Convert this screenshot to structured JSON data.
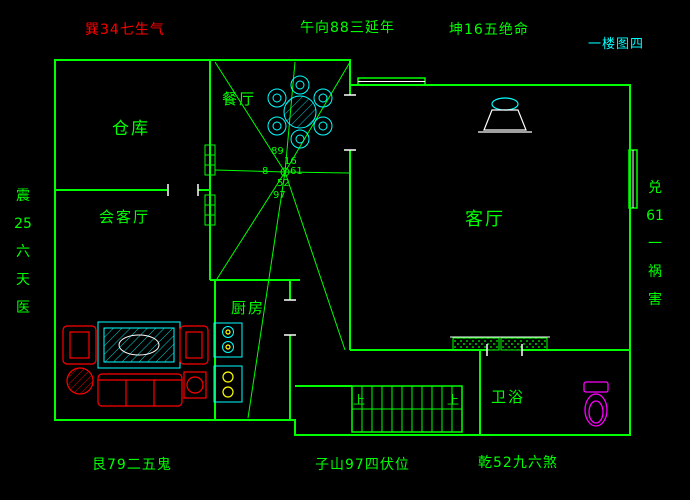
{
  "title": "一楼图四",
  "annotations": {
    "top_left": "巽34七生气",
    "top_center": "午向88三延年",
    "top_right": "坤16五绝命",
    "left_vertical": "震\n25\n六\n天\n医",
    "right_vertical": "兑\n61\n一\n祸\n害",
    "bottom_left": "艮79二五鬼",
    "bottom_center": "子山97四伏位",
    "bottom_right": "乾52九六煞"
  },
  "rooms": {
    "storage": "仓库",
    "dining": "餐厅",
    "reception": "会客厅",
    "living": "客厅",
    "kitchen": "厨房",
    "bathroom": "卫浴"
  },
  "stairs": {
    "up_left": "上",
    "up_right": "上"
  },
  "center_numbers": [
    "89",
    "16",
    "8",
    "61",
    "52",
    "97"
  ],
  "colors": {
    "background": "#000000",
    "wall": "#00ff00",
    "text_green": "#00ff00",
    "text_red": "#ff0000",
    "text_cyan": "#00ffff",
    "furniture_red": "#ff0000",
    "furniture_cyan": "#00ffff",
    "fixture_magenta": "#ff00ff",
    "fixture_yellow": "#ffff00",
    "opening_white": "#ffffff"
  }
}
